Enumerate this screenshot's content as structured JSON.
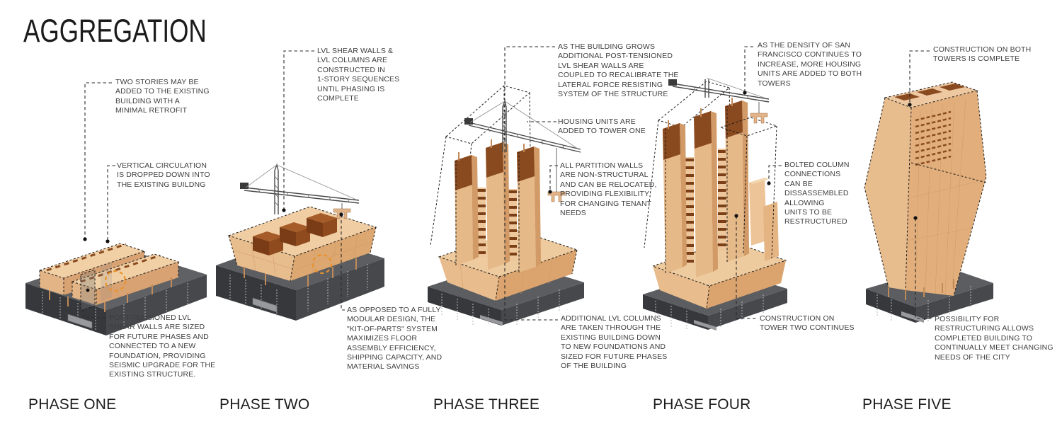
{
  "title": "AGGREGATION",
  "phases": [
    {
      "id": "phase-one",
      "label": "PHASE ONE",
      "annotations": [
        {
          "text": "TWO STORIES MAY BE\nADDED TO THE EXISTING\nBUILDING WITH A\nMINIMAL RETROFIT"
        },
        {
          "text": "VERTICAL CIRCULATION\nIS DROPPED DOWN INTO\nTHE EXISTING BUILDNG"
        },
        {
          "text": "POST-TENSIONED LVL\nSHEAR WALLS ARE SIZED\nFOR FUTURE PHASES AND\nCONNECTED TO A NEW\nFOUNDATION, PROVIDING\nSEISMIC UPGRADE FOR THE\nEXISTING STRUCTURE."
        }
      ]
    },
    {
      "id": "phase-two",
      "label": "PHASE TWO",
      "annotations": [
        {
          "text": "LVL SHEAR WALLS &\nLVL COLUMNS ARE\nCONSTRUCTED IN\n1-STORY SEQUENCES\nUNTIL PHASING IS\nCOMPLETE"
        },
        {
          "text": "AS OPPOSED TO A FULLY\nMODULAR DESIGN, THE\n\"KIT-OF-PARTS\" SYSTEM\nMAXIMIZES FLOOR\nASSEMBLY EFFICIENCY,\nSHIPPING CAPACITY, AND\nMATERIAL SAVINGS"
        }
      ]
    },
    {
      "id": "phase-three",
      "label": "PHASE THREE",
      "annotations": [
        {
          "text": "AS THE BUILDING GROWS\nADDITIONAL POST-TENSIONED\nLVL SHEAR WALLS ARE\nCOUPLED TO RECALIBRATE THE\nLATERAL FORCE RESISTING\nSYSTEM OF THE STRUCTURE"
        },
        {
          "text": "HOUSING UNITS ARE\nADDED TO TOWER ONE"
        },
        {
          "text": "ALL PARTITION WALLS\nARE NON-STRUCTURAL\nAND CAN BE RELOCATED,\nPROVIDING FLEXIBILITY\nFOR CHANGING TENANT\nNEEDS"
        },
        {
          "text": "ADDITIONAL LVL COLUMNS\nARE TAKEN THROUGH THE\nEXISTING BUILDING DOWN\nTO NEW FOUNDATIONS AND\nSIZED FOR FUTURE PHASES\nOF THE BUILDING"
        }
      ]
    },
    {
      "id": "phase-four",
      "label": "PHASE FOUR",
      "annotations": [
        {
          "text": "AS THE DENSITY OF SAN\nFRANCISCO CONTINUES TO\nINCREASE, MORE HOUSING\nUNITS ARE ADDED TO BOTH\nTOWERS"
        },
        {
          "text": "BOLTED COLUMN\nCONNECTIONS\nCAN BE\nDISSASSEMBLED\nALLOWING\nUNITS TO BE\nRESTRUCTURED"
        },
        {
          "text": "CONSTRUCTION ON\nTOWER TWO CONTINUES"
        }
      ]
    },
    {
      "id": "phase-five",
      "label": "PHASE FIVE",
      "annotations": [
        {
          "text": "CONSTRUCTION ON BOTH\nTOWERS IS COMPLETE"
        },
        {
          "text": "POSSIBILITY FOR\nRESTRUCTURING ALLOWS\nCOMPLETED BUILDING TO\nCONTINUALLY MEET CHANGING\nNEEDS OF THE CITY"
        }
      ]
    }
  ],
  "colors": {
    "wood_top": "#f1d0a6",
    "wood_light_face": "#e8bd8d",
    "wood_dark_face": "#d9a473",
    "core_brown": "#8a4a20",
    "core_brown_top": "#a65c28",
    "base_top": "#5b5d61",
    "base_left": "#36383c",
    "base_right": "#46484c",
    "accent_orange": "#e8922a",
    "annotation_text": "#3e3e3e",
    "line": "#2a2a2a"
  }
}
